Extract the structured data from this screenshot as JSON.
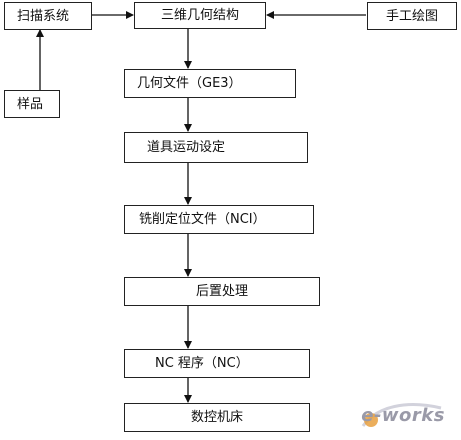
{
  "nodes": {
    "scan_system": "扫描系统",
    "sample": "样品",
    "geometry_3d": "三维几何结构",
    "manual_drawing": "手工绘图",
    "geometry_file": "几何文件（GE3）",
    "tool_motion": "道具运动设定",
    "mill_position_file": "铣削定位文件（NCI）",
    "post_processing": "后置处理",
    "nc_program": "NC 程序（NC）",
    "cnc_machine": "数控机床"
  },
  "watermark": {
    "text": "e-works",
    "color": "#9a9aa8"
  }
}
